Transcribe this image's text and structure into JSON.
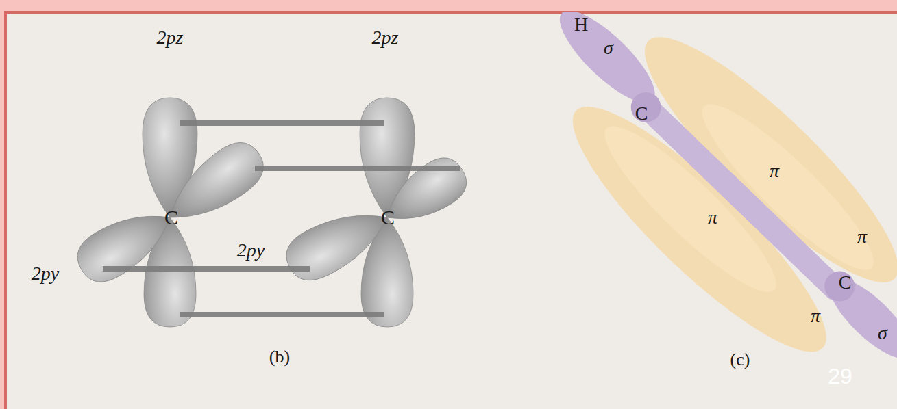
{
  "diagram": {
    "labels": [
      "2pz",
      "2pz",
      "2py",
      "C",
      "C",
      "2py",
      "(b)",
      "H",
      "σ",
      "C",
      "π",
      "π",
      "π",
      "π",
      "C",
      "σ",
      "(c)",
      "29"
    ]
  }
}
